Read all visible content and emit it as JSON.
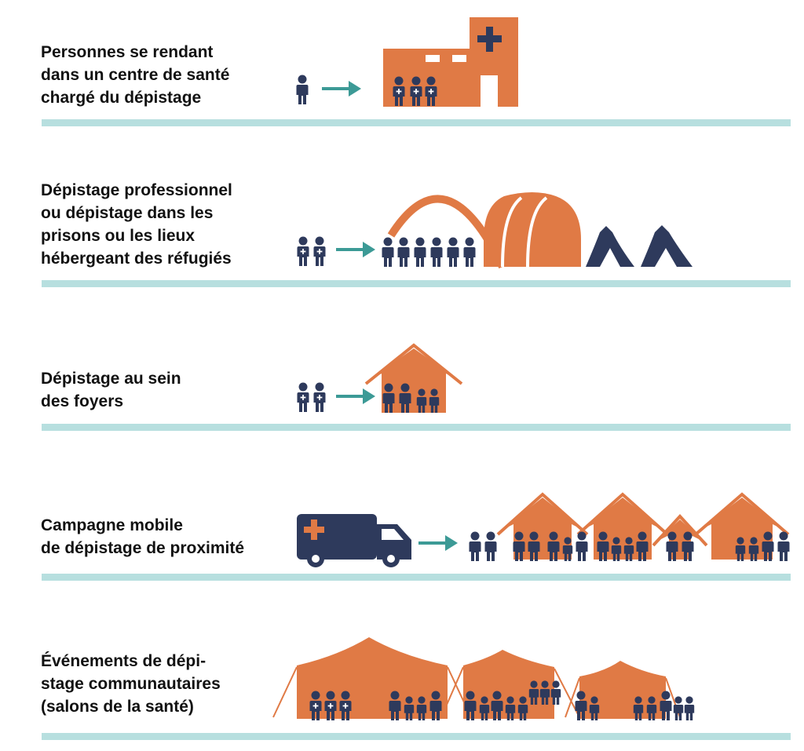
{
  "rows": [
    {
      "label": "Personnes se rendant\ndans un centre de santé\nchargé du dépistage"
    },
    {
      "label": "Dépistage professionnel\nou dépistage dans les\nprisons ou les lieux\nhébergeant des réfugiés"
    },
    {
      "label": "Dépistage au sein\ndes foyers"
    },
    {
      "label": "Campagne mobile\nde dépistage de proximité"
    },
    {
      "label": "Événements de dépi-\nstage communautaires\n(salons de la santé)"
    }
  ],
  "colors": {
    "orange": "#e07a45",
    "navy": "#2e3a5c",
    "teal": "#3c9a96",
    "divider": "#b7dfdf"
  },
  "icons": [
    "person-icon",
    "health-worker-icon",
    "arrow-icon",
    "clinic-icon",
    "hangar-icon",
    "tent-icon",
    "house-icon",
    "van-icon",
    "marquee-icon"
  ]
}
